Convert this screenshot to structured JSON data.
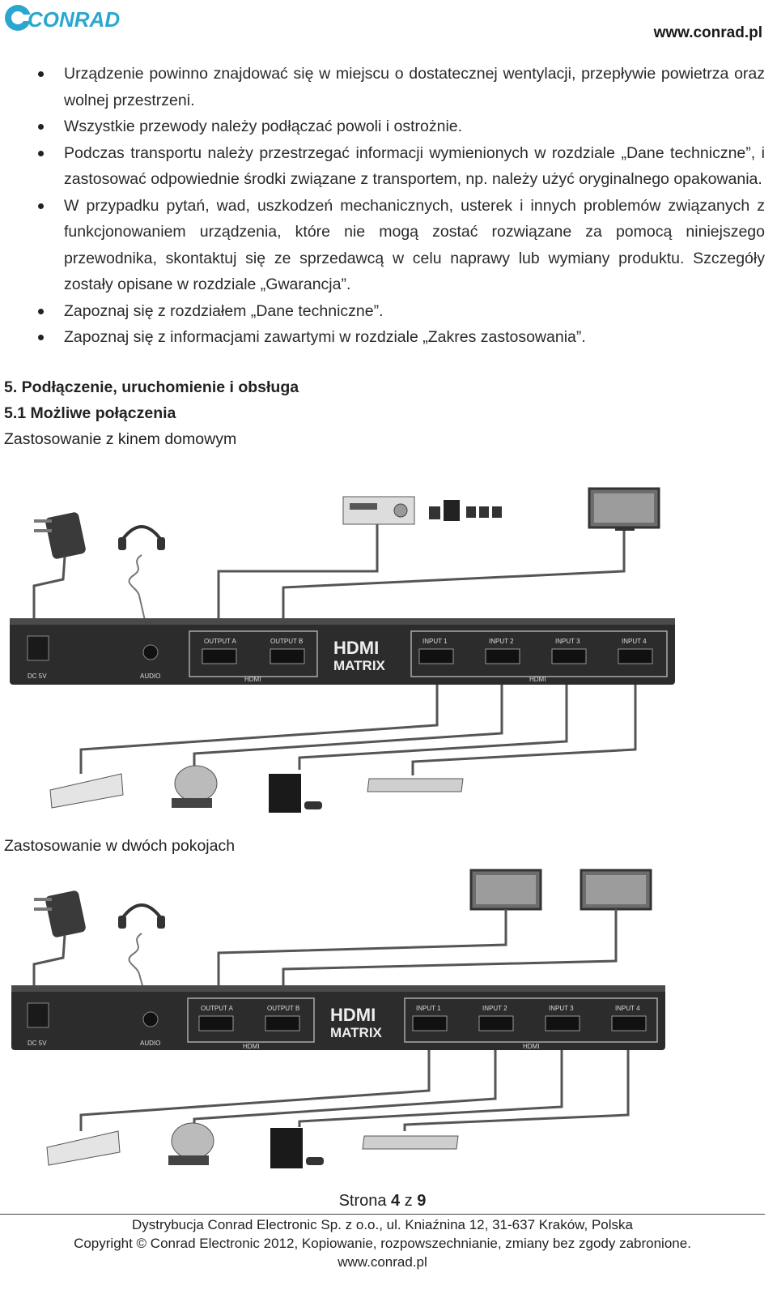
{
  "header": {
    "logo_text": "CONRAD",
    "site": "www.conrad.pl"
  },
  "bullets": [
    "Urządzenie powinno znajdować się w miejscu o dostatecznej wentylacji, przepływie powietrza oraz wolnej przestrzeni.",
    "Wszystkie przewody należy podłączać powoli i ostrożnie.",
    "Podczas transportu należy przestrzegać informacji wymienionych w rozdziale „Dane techniczne”, i zastosować odpowiednie środki związane z transportem, np. należy użyć oryginalnego opakowania.",
    "W przypadku pytań, wad, uszkodzeń mechanicznych, usterek i innych problemów związanych z funkcjonowaniem urządzenia, które nie mogą zostać rozwiązane za pomocą niniejszego przewodnika, skontaktuj się ze sprzedawcą w celu naprawy lub wymiany produktu. Szczegóły zostały opisane w rozdziale „Gwarancja”.",
    "Zapoznaj się z rozdziałem „Dane techniczne”.",
    "Zapoznaj się z informacjami zawartymi w rozdziale „Zakres zastosowania”."
  ],
  "section_heading": "5. Podłączenie, uruchomienie i obsługa",
  "subsection_heading": "5.1 Możliwe połączenia",
  "diagrams": [
    {
      "caption": "Zastosowanie z kinem domowym",
      "panel": {
        "dc_label": "DC 5V",
        "audio_label": "AUDIO",
        "output_labels": [
          "OUTPUT A",
          "OUTPUT B"
        ],
        "input_labels": [
          "INPUT 1",
          "INPUT 2",
          "INPUT 3",
          "INPUT 4"
        ],
        "hdmi_small": "HDMI",
        "brand_line1": "HDMI",
        "brand_line2": "MATRIX"
      }
    },
    {
      "caption": "Zastosowanie w dwóch pokojach",
      "panel": {
        "dc_label": "DC 5V",
        "audio_label": "AUDIO",
        "output_labels": [
          "OUTPUT A",
          "OUTPUT B"
        ],
        "input_labels": [
          "INPUT 1",
          "INPUT 2",
          "INPUT 3",
          "INPUT 4"
        ],
        "hdmi_small": "HDMI",
        "brand_line1": "HDMI",
        "brand_line2": "MATRIX"
      }
    }
  ],
  "footer": {
    "page_prefix": "Strona ",
    "page_current": "4",
    "page_sep": " z ",
    "page_total": "9",
    "line1": "Dystrybucja Conrad Electronic Sp. z o.o., ul. Kniaźnina 12, 31-637 Kraków, Polska",
    "line2": "Copyright © Conrad Electronic 2012, Kopiowanie, rozpowszechnianie, zmiany bez zgody zabronione.",
    "line3": "www.conrad.pl"
  }
}
